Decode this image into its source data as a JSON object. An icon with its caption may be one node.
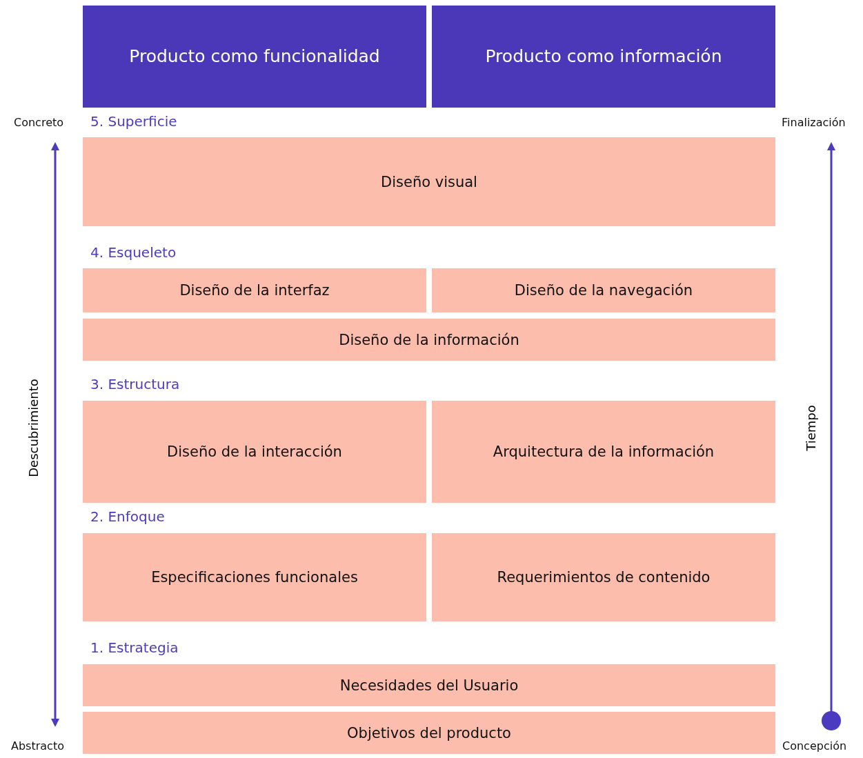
{
  "diagram": {
    "nodes": [
      {
        "text": [
          "Producto como funcionalidad"
        ]
      },
      {
        "text": [
          "Producto como información"
        ]
      },
      {
        "text": [
          "Diseño visual"
        ]
      },
      {
        "text": [
          "Diseño de la interfaz"
        ]
      },
      {
        "text": [
          "Diseño de la navegación"
        ]
      },
      {
        "text": [
          "Diseño de la información"
        ]
      },
      {
        "text": [
          "Diseño de la interacción"
        ]
      },
      {
        "text": [
          "Arquitectura de la información"
        ]
      },
      {
        "text": [
          "Especificaciones funcionales"
        ]
      },
      {
        "text": [
          "Requerimientos de contenido"
        ]
      },
      {
        "text": [
          "Necesidades del Usuario"
        ]
      },
      {
        "text": [
          "Objetivos del producto"
        ]
      }
    ],
    "edges": [],
    "labels": [
      "Concreto",
      "5. Superficie",
      "Finalización",
      "4. Esqueleto",
      "3. Estructura",
      "Descubrimiento",
      "Tiempo",
      "2. Enfoque",
      "1. Estrategia",
      "Abstracto",
      "Concepción"
    ]
  }
}
